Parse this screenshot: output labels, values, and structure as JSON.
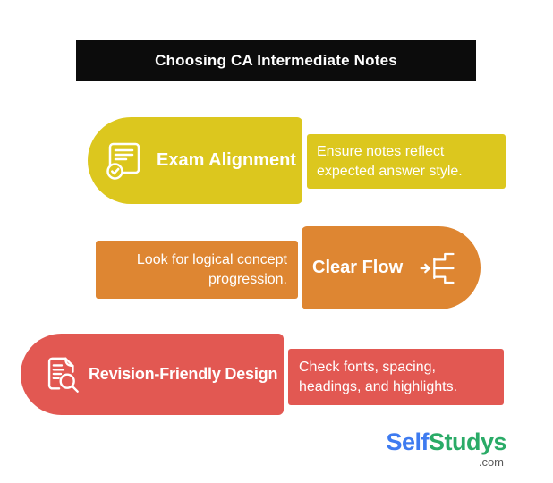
{
  "title": "Choosing CA Intermediate Notes",
  "colors": {
    "page_bg": "#ffffff",
    "banner_bg": "#0c0c0c",
    "banner_text": "#ffffff",
    "text_on_color": "#ffffff",
    "yellow": "#dcc71e",
    "orange": "#de8632",
    "red": "#e25852",
    "logo_blue": "#3e7bf0",
    "logo_green": "#2aab67",
    "logo_domain": "#5a5a5a"
  },
  "rows": [
    {
      "label": "Exam Alignment",
      "description": "Ensure notes reflect\nexpected answer style.",
      "icon": "document-check-icon",
      "color": "yellow",
      "pill_side": "left"
    },
    {
      "label": "Clear Flow",
      "description": "Look for logical concept\nprogression.",
      "icon": "flow-arrow-icon",
      "color": "orange",
      "pill_side": "right"
    },
    {
      "label": "Revision-Friendly Design",
      "description": "Check fonts, spacing,\nheadings, and highlights.",
      "icon": "document-search-icon",
      "color": "red",
      "pill_side": "left"
    }
  ],
  "logo": {
    "part1": "Self",
    "part2": "Studys",
    "domain": ".com"
  }
}
